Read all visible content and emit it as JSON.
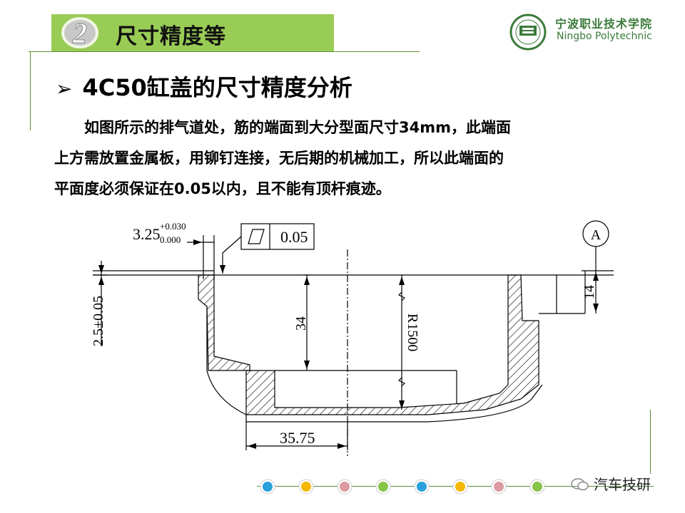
{
  "header": {
    "number": "2",
    "title": "尺寸精度等"
  },
  "logo": {
    "name_cn": "宁波职业技术学院",
    "name_en": "Ningbo Polytechnic"
  },
  "slide": {
    "bullet": "➢",
    "subtitle": "4C50缸盖的尺寸精度分析",
    "paragraph_lines": [
      "　　如图所示的排气道处，筋的端面到大分型面尺寸34mm，此端面",
      "上方需放置金属板，用铆钉连接，无后期的机械加工，所以此端面的",
      "平面度必须保证在0.05以内，且不能有顶杆痕迹。"
    ]
  },
  "drawing": {
    "dim_top": "3.25",
    "tol_upper": "+0.030",
    "tol_lower": "0.000",
    "flatness_value": "0.05",
    "datum": "A",
    "dim_left": "2.5±0.05",
    "dim_34": "34",
    "dim_r": "R1500",
    "dim_14": "14",
    "dim_bottom": "35.75"
  },
  "footer": {
    "watermark": "汽车技研",
    "dot_colors": [
      "#2aa0dd",
      "#f4b800",
      "#dd9aa0",
      "#88c44a",
      "#2aa0dd",
      "#f4b800",
      "#dd9aa0",
      "#88c44a"
    ]
  }
}
